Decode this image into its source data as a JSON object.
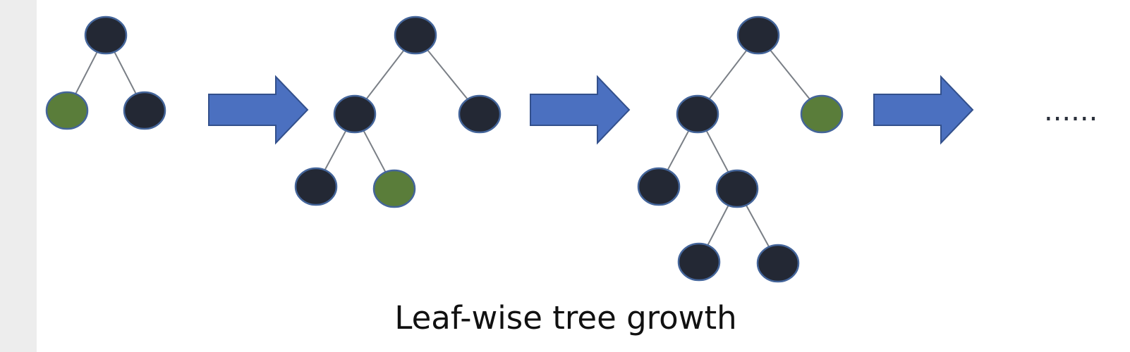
{
  "caption": "Leaf-wise tree growth",
  "continuation": "......",
  "colors": {
    "node_fill": "#232834",
    "highlight_fill": "#5a7d3a",
    "node_stroke": "#44659a",
    "edge": "#7a7f86",
    "arrow_fill": "#4b70c0",
    "arrow_stroke": "#33508c",
    "background": "#ffffff"
  },
  "trees": [
    {
      "name": "tree-stage-1",
      "leaves": 2,
      "split_leaf": "left"
    },
    {
      "name": "tree-stage-2",
      "leaves": 3,
      "split_leaf": "left-right"
    },
    {
      "name": "tree-stage-3",
      "leaves": 4,
      "split_leaf": "right"
    }
  ],
  "icons": [
    "arrow-right-icon",
    "arrow-right-icon",
    "arrow-right-icon"
  ]
}
